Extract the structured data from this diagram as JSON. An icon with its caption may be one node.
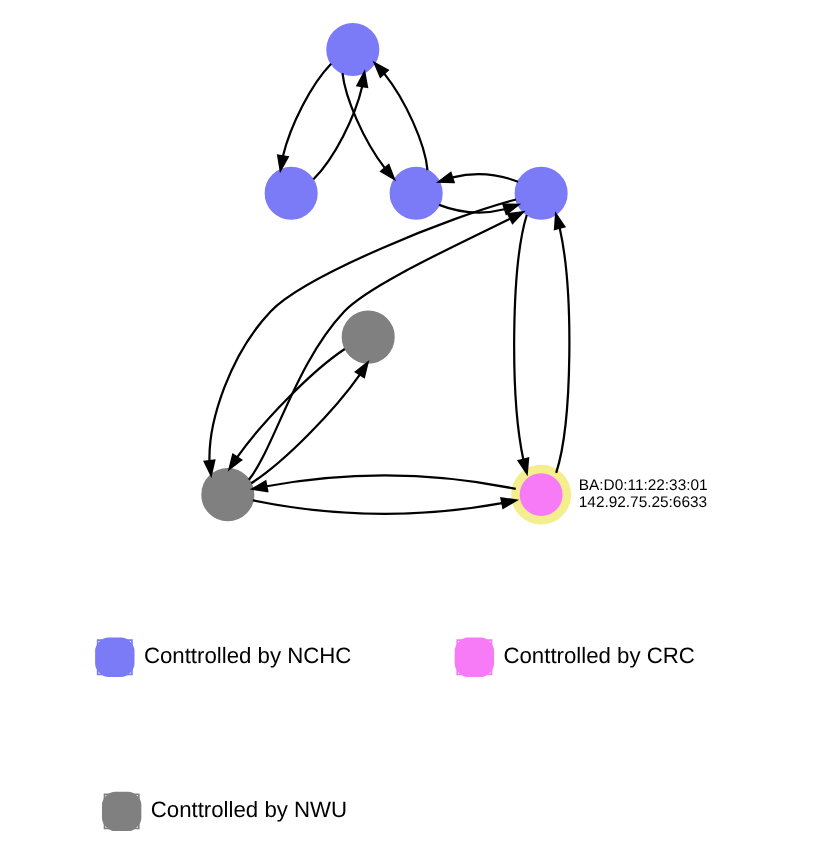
{
  "diagram": {
    "nodes": [
      {
        "text": [],
        "shape": "circle"
      },
      {
        "text": [],
        "shape": "circle"
      },
      {
        "text": [],
        "shape": "circle"
      },
      {
        "text": [],
        "shape": "circle"
      },
      {
        "text": [],
        "shape": "circle"
      },
      {
        "text": [],
        "shape": "circle"
      },
      {
        "text": [],
        "shape": "circle",
        "beside": [
          "BA:D0:11:22:33:01",
          "142.92.75.25:6633"
        ]
      }
    ],
    "edges": [
      {
        "from": 0,
        "to": 1,
        "arrow": "to"
      },
      {
        "from": 1,
        "to": 0,
        "arrow": "to"
      },
      {
        "from": 1,
        "to": 2,
        "arrow": "to"
      },
      {
        "from": 2,
        "to": 1,
        "arrow": "to"
      },
      {
        "from": 2,
        "to": 3,
        "arrow": "to"
      },
      {
        "from": 3,
        "to": 2,
        "arrow": "to"
      },
      {
        "from": 3,
        "to": 6,
        "arrow": "to"
      },
      {
        "from": 6,
        "to": 3,
        "arrow": "to"
      },
      {
        "from": 3,
        "to": 5,
        "arrow": "to"
      },
      {
        "from": 5,
        "to": 3,
        "arrow": "to"
      },
      {
        "from": 4,
        "to": 5,
        "arrow": "to"
      },
      {
        "from": 5,
        "to": 4,
        "arrow": "to"
      },
      {
        "from": 5,
        "to": 6,
        "arrow": "to"
      },
      {
        "from": 6,
        "to": 5,
        "arrow": "to"
      }
    ],
    "legend": [
      {
        "text": "Conttrolled by NCHC",
        "color": "#7b7bf7"
      },
      {
        "text": "Conttrolled by CRC",
        "color": "#f77bf7"
      },
      {
        "text": "Conttrolled by NWU",
        "color": "#808080"
      }
    ]
  }
}
